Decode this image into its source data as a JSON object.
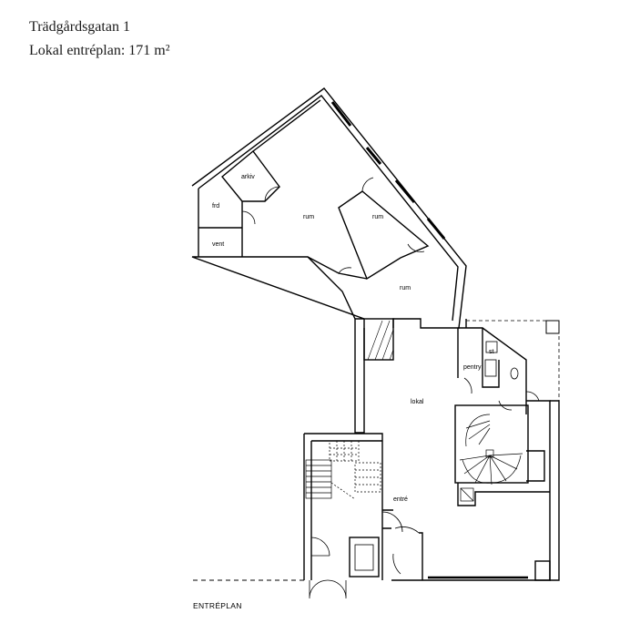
{
  "header": {
    "title": "Trädgårdsgatan 1",
    "subtitle": "Lokal entréplan: 171 m²"
  },
  "rooms": {
    "arkiv": "arkiv",
    "frd": "frd",
    "vent": "vent",
    "rum_main": "rum",
    "rum_right": "rum",
    "rum_lower": "rum",
    "pentry": "pentry",
    "st": "st",
    "lokal": "lokal",
    "entre": "entré"
  },
  "caption": "ENTRÉPLAN",
  "colors": {
    "line": "#000000",
    "background": "#ffffff"
  }
}
